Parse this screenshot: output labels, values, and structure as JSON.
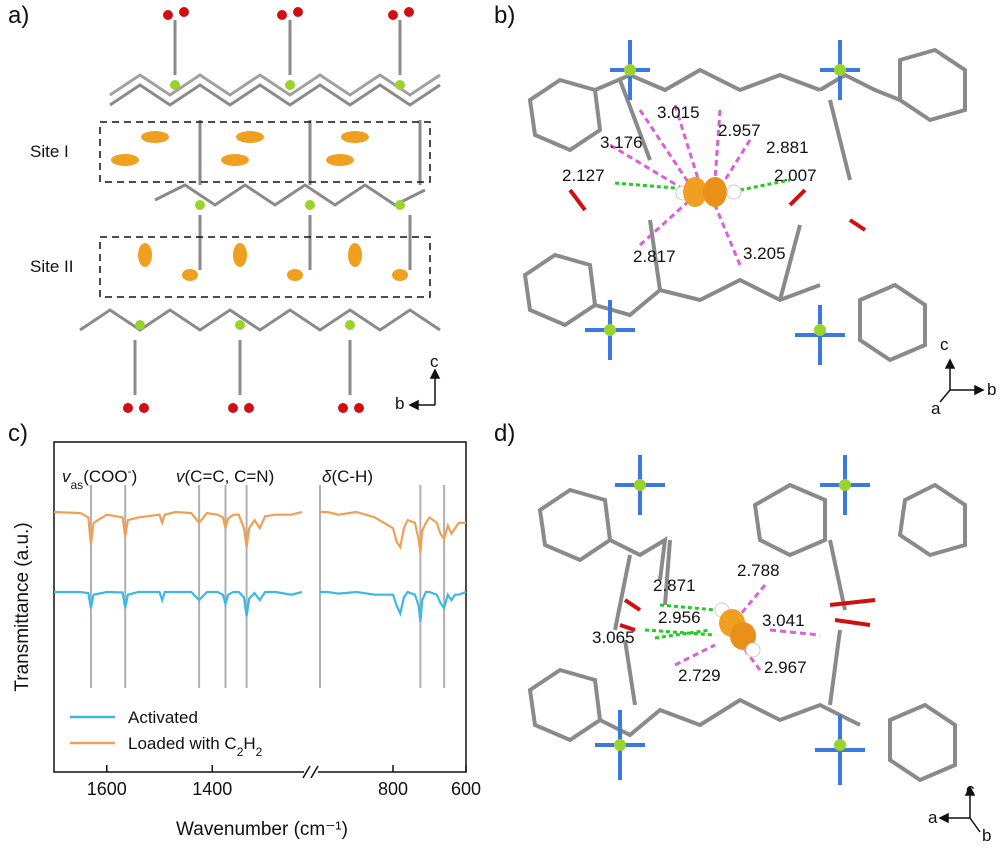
{
  "panels": {
    "a": "a)",
    "b": "b)",
    "c": "c)",
    "d": "d)"
  },
  "panel_a": {
    "site_labels": [
      "Site I",
      "Site II"
    ],
    "axes": {
      "vertical": "c",
      "horizontal": "b"
    }
  },
  "panel_b": {
    "distances": [
      "3.015",
      "2.957",
      "3.176",
      "2.881",
      "2.127",
      "2.007",
      "2.817",
      "3.205"
    ],
    "axes": {
      "vertical": "c",
      "horizontal": "b",
      "depth": "a"
    }
  },
  "panel_d": {
    "distances": [
      "2.871",
      "2.788",
      "2.956",
      "3.041",
      "3.065",
      "2.729",
      "2.967"
    ],
    "axes": {
      "vertical": "c",
      "horizontal": "a",
      "depth": "b"
    }
  },
  "chart_data": {
    "type": "line",
    "xlabel": "Wavenumber (cm⁻¹)",
    "ylabel": "Transmittance (a.u.)",
    "x_ticks": [
      "1600",
      "1400",
      "800",
      "600"
    ],
    "broken_x_axis": true,
    "x_reversed": true,
    "assignments": [
      "v",
      "as",
      "(COO",
      "-",
      ")",
      "v",
      "(C=C, C=N)",
      "δ",
      "(C-H)"
    ],
    "marker_lines_cm1": [
      1630,
      1565,
      1425,
      1375,
      1335,
      1000,
      725,
      660
    ],
    "legend": [
      "Activated",
      "Loaded with C",
      "2",
      "H",
      "2"
    ],
    "series": [
      {
        "name": "Activated",
        "color": "#3bb8e6",
        "x": [
          1700,
          1650,
          1635,
          1630,
          1625,
          1600,
          1570,
          1565,
          1560,
          1540,
          1500,
          1495,
          1490,
          1470,
          1440,
          1425,
          1410,
          1390,
          1380,
          1375,
          1370,
          1360,
          1350,
          1340,
          1335,
          1330,
          1320,
          1310,
          1300,
          1280,
          1250,
          1230,
          1000,
          980,
          950,
          900,
          850,
          800,
          790,
          780,
          770,
          760,
          740,
          730,
          725,
          720,
          710,
          700,
          680,
          670,
          660,
          650,
          640,
          630,
          620,
          600
        ],
        "y": [
          0,
          0,
          -0.02,
          -0.3,
          -0.05,
          0,
          -0.01,
          -0.3,
          -0.05,
          0,
          0,
          -0.15,
          0,
          0,
          0,
          -0.15,
          0,
          0,
          -0.05,
          -0.22,
          -0.05,
          0,
          0,
          -0.1,
          -0.45,
          -0.12,
          -0.02,
          -0.15,
          0,
          0,
          -0.05,
          0,
          0,
          0,
          -0.03,
          0,
          -0.05,
          -0.05,
          -0.25,
          -0.4,
          -0.1,
          0,
          -0.05,
          -0.25,
          -0.55,
          -0.15,
          0,
          0,
          -0.05,
          -0.2,
          -0.3,
          -0.05,
          -0.15,
          -0.05,
          -0.05,
          0
        ]
      },
      {
        "name": "Loaded with C₂H₂",
        "color": "#f0a054",
        "x": [
          1700,
          1650,
          1635,
          1630,
          1625,
          1600,
          1570,
          1565,
          1560,
          1540,
          1500,
          1495,
          1490,
          1470,
          1440,
          1425,
          1410,
          1390,
          1380,
          1375,
          1370,
          1360,
          1350,
          1340,
          1335,
          1330,
          1320,
          1310,
          1300,
          1280,
          1250,
          1230,
          1000,
          980,
          950,
          900,
          850,
          800,
          790,
          780,
          770,
          760,
          740,
          730,
          725,
          720,
          710,
          700,
          680,
          670,
          660,
          650,
          640,
          630,
          620,
          600
        ],
        "y": [
          0,
          -0.02,
          -0.1,
          -0.6,
          -0.2,
          -0.05,
          -0.1,
          -0.45,
          -0.15,
          -0.1,
          -0.05,
          -0.2,
          -0.05,
          0,
          -0.02,
          -0.2,
          -0.02,
          -0.05,
          -0.1,
          -0.3,
          -0.12,
          -0.05,
          -0.05,
          -0.3,
          -0.65,
          -0.3,
          -0.15,
          -0.3,
          -0.08,
          -0.05,
          -0.05,
          0,
          0,
          0,
          -0.05,
          0,
          -0.1,
          -0.3,
          -0.55,
          -0.65,
          -0.3,
          -0.15,
          -0.2,
          -0.5,
          -0.75,
          -0.35,
          -0.2,
          -0.1,
          -0.2,
          -0.4,
          -0.5,
          -0.25,
          -0.4,
          -0.3,
          -0.2,
          -0.2
        ]
      }
    ]
  },
  "colors": {
    "activated": "#3bb8e6",
    "loaded": "#f0a054",
    "marker": "#b0b0b0",
    "bond_green": "#22cc22",
    "bond_pink": "#d860d8"
  }
}
